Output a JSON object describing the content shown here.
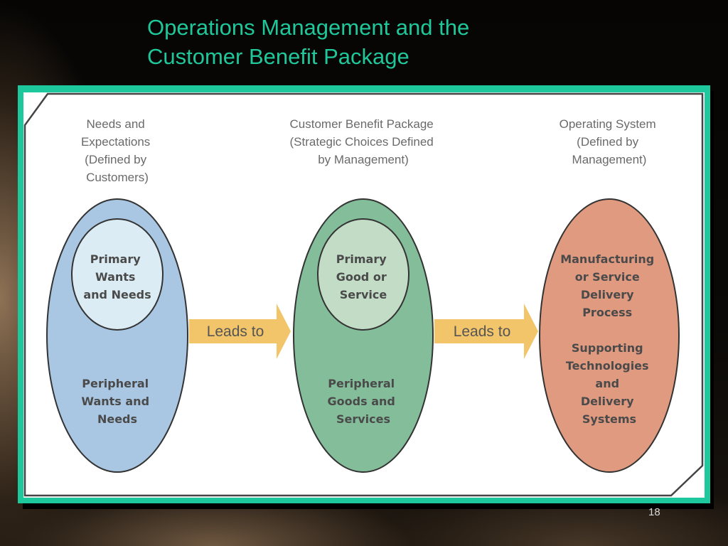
{
  "title": {
    "line1": "Operations Management and the",
    "line2": "Customer Benefit Package"
  },
  "slide_number": "18",
  "diagram": {
    "columns": [
      {
        "heading": [
          "Needs and",
          "Expectations",
          "(Defined by",
          "Customers)"
        ],
        "inner_label": [
          "Primary",
          "Wants",
          "and Needs"
        ],
        "outer_label": [
          "Peripheral",
          "Wants and",
          "Needs"
        ]
      },
      {
        "heading": [
          "Customer Benefit Package",
          "(Strategic Choices Defined",
          "by Management)"
        ],
        "inner_label": [
          "Primary",
          "Good or",
          "Service"
        ],
        "outer_label": [
          "Peripheral",
          "Goods and",
          "Services"
        ]
      },
      {
        "heading": [
          "Operating System",
          "(Defined by",
          "Management)"
        ],
        "label": [
          "Manufacturing",
          "or Service",
          "Delivery",
          "Process",
          "",
          "Supporting",
          "Technologies",
          "and",
          "Delivery",
          "Systems"
        ]
      }
    ],
    "arrows": [
      {
        "label": "Leads to"
      },
      {
        "label": "Leads to"
      }
    ],
    "colors": {
      "frame": "#1dc99c",
      "title": "#1fc79a",
      "blue_outer": "#a9c6e2",
      "blue_inner": "#dcecf4",
      "green_outer": "#84bd9a",
      "green_inner": "#c2dcc6",
      "orange_outer": "#e09a80",
      "arrow": "#f2c56a",
      "heading_text": "#6a6a6a",
      "label_text": "#4a4a4a"
    }
  }
}
